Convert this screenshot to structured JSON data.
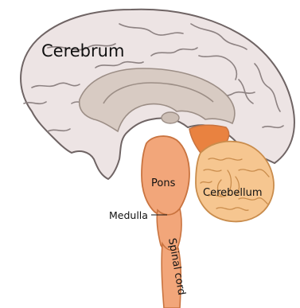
{
  "labels": {
    "cerebrum": "Cerebrum",
    "pons": "Pons",
    "cerebellum": "Cerebellum",
    "medulla": "Medulla",
    "spinal_cord": "Spinal cord"
  },
  "colors": {
    "cerebrum_fill": "#ede4e4",
    "cerebrum_outline": "#6f6464",
    "inner_fill": "#d8cbc3",
    "inner_outline": "#9c8e86",
    "brainstem_fill": "#f2a67a",
    "brainstem_outline": "#c9733f",
    "cerebellum_fill": "#f6c690",
    "cerebellum_outline": "#c98c4c",
    "midbrain_fill": "#e98240"
  }
}
